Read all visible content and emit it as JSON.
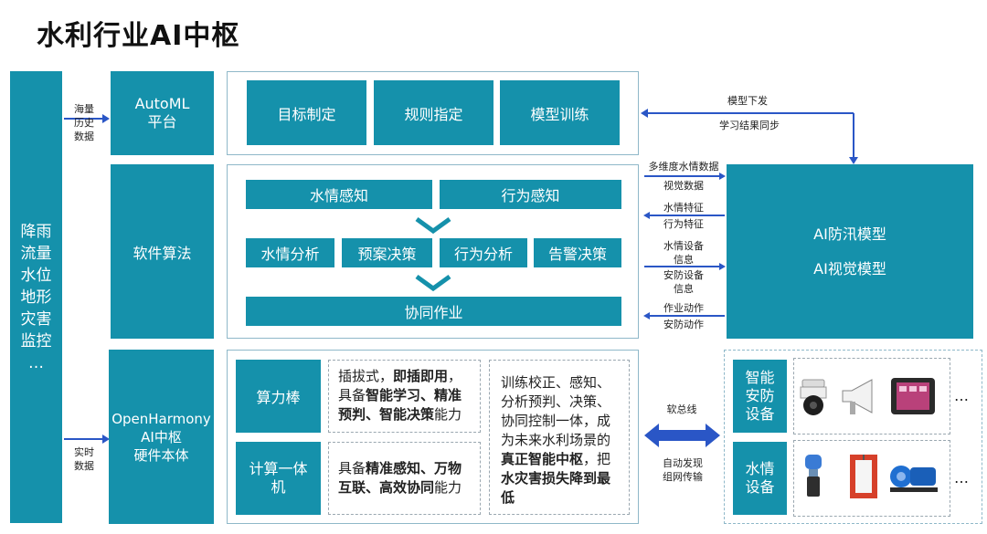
{
  "title": "水利行业AI中枢",
  "left_column": {
    "text": "降雨\n流量\n水位\n地形\n灾害\n监控\n…"
  },
  "left_arrows": {
    "top": "海量\n历史\n数据",
    "bottom": "实时\n数据"
  },
  "rows": {
    "automl": {
      "label": "AutoML\n平台",
      "boxes": [
        "目标制定",
        "规则指定",
        "模型训练"
      ]
    },
    "algorithm": {
      "label": "软件算法",
      "perception": [
        "水情感知",
        "行为感知"
      ],
      "analysis": [
        "水情分析",
        "预案决策",
        "行为分析",
        "告警决策"
      ],
      "collab": "协同作业"
    },
    "hardware": {
      "label": "OpenHarmony\nAI中枢\n硬件本体",
      "compute_stick": {
        "label": "算力棒",
        "desc_plain1": "插拔式，",
        "desc_bold1": "即插即用",
        "desc_plain2": "，具备",
        "desc_bold2": "智能学习、精准预判、智能决策",
        "desc_plain3": "能力"
      },
      "compute_unit": {
        "label": "计算一体\n机",
        "desc_plain1": "具备",
        "desc_bold1": "精准感知、万物互联、高效协同",
        "desc_plain2": "能力"
      },
      "summary": {
        "plain1": "训练校正、感知、分析预判、决策、协同控制一体，成为未来水利场景的",
        "bold1": "真正智能中枢",
        "plain2": "，把",
        "bold2": "水灾害损失降到最低"
      }
    }
  },
  "right_model": {
    "line1": "AI防汛模型",
    "line2": "AI视觉模型"
  },
  "top_link": {
    "down": "模型下发",
    "sync": "学习结果同步"
  },
  "mid_arrows": [
    {
      "text": "多维度水情数据",
      "text2": "视觉数据",
      "dir": "right"
    },
    {
      "text": "水情特征",
      "text2": "行为特征",
      "dir": "left"
    },
    {
      "text": "水情设备\n信息",
      "text2": "安防设备\n信息",
      "dir": "right"
    },
    {
      "text": "作业动作",
      "text2": "安防动作",
      "dir": "left"
    }
  ],
  "bus": {
    "top": "软总线",
    "bottom": "自动发现\n组网传输"
  },
  "devices": {
    "security": {
      "label": "智能\n安防\n设备",
      "icons": [
        "dome-camera-icon",
        "loudspeaker-icon",
        "tablet-icon"
      ],
      "more": "…"
    },
    "water": {
      "label": "水情\n设备",
      "icons": [
        "level-sensor-icon",
        "sluice-gate-icon",
        "water-pump-icon"
      ],
      "more": "…"
    }
  },
  "colors": {
    "teal": "#1591ab",
    "arrow": "#2a56c6",
    "chevron": "#1591ab"
  }
}
